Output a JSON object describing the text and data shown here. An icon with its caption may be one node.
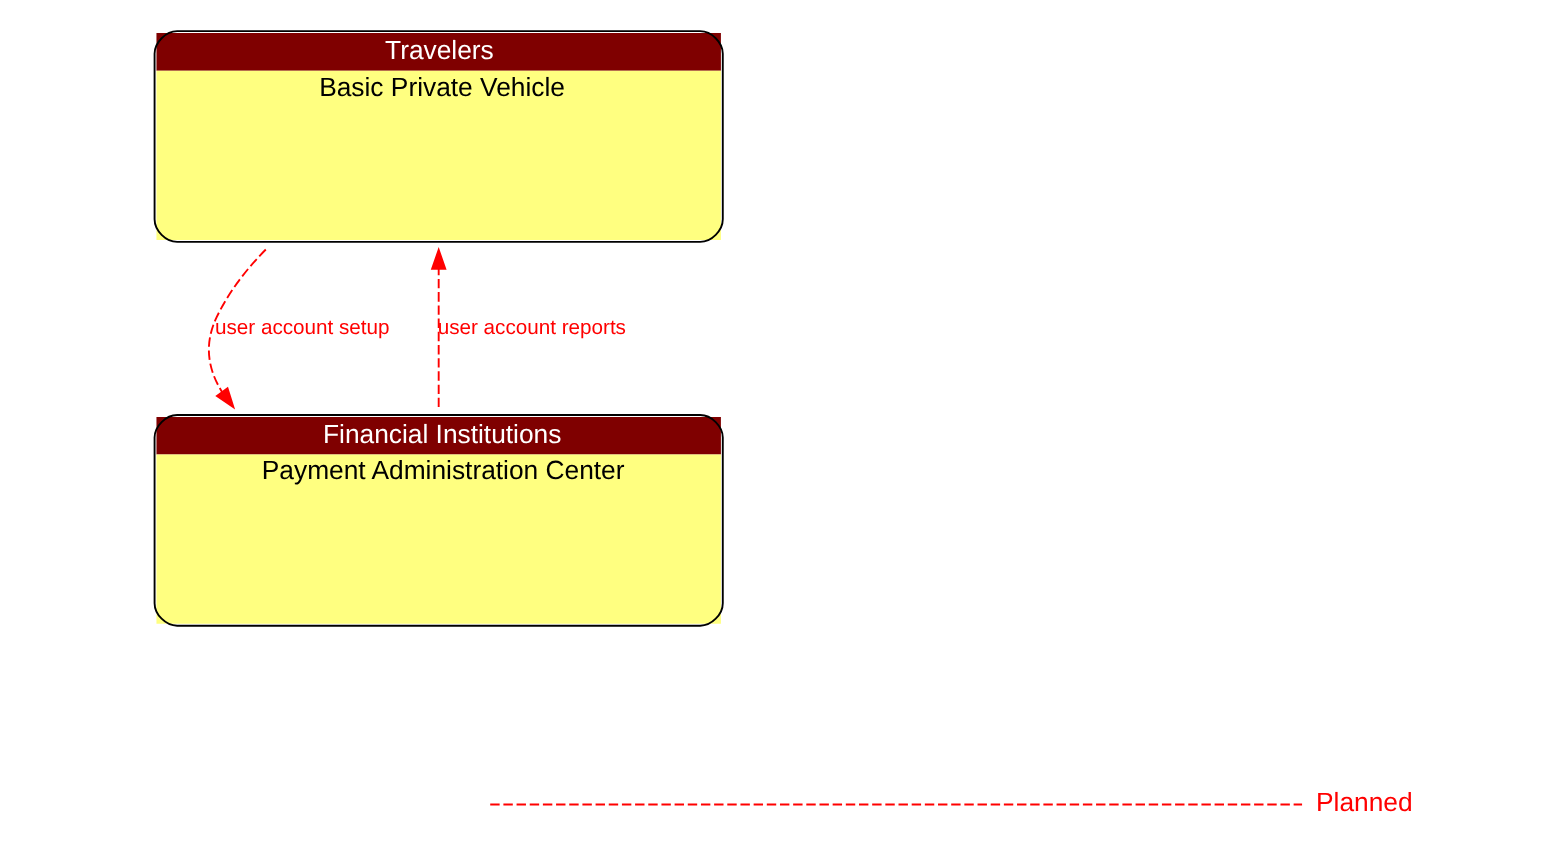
{
  "diagram": {
    "nodes": [
      {
        "text": [
          "Travelers",
          "Basic Private Vehicle"
        ]
      },
      {
        "text": [
          "Financial Institutions",
          "Payment Administration Center"
        ]
      }
    ],
    "edges": [
      {
        "from": 1,
        "to": 0,
        "arrow": "to",
        "label": "user account reports",
        "style": "dashed"
      },
      {
        "from": 0,
        "to": 1,
        "arrow": "to",
        "label": "user account setup",
        "style": "dashed"
      }
    ],
    "legend": [
      {
        "text": "Planned"
      }
    ]
  }
}
